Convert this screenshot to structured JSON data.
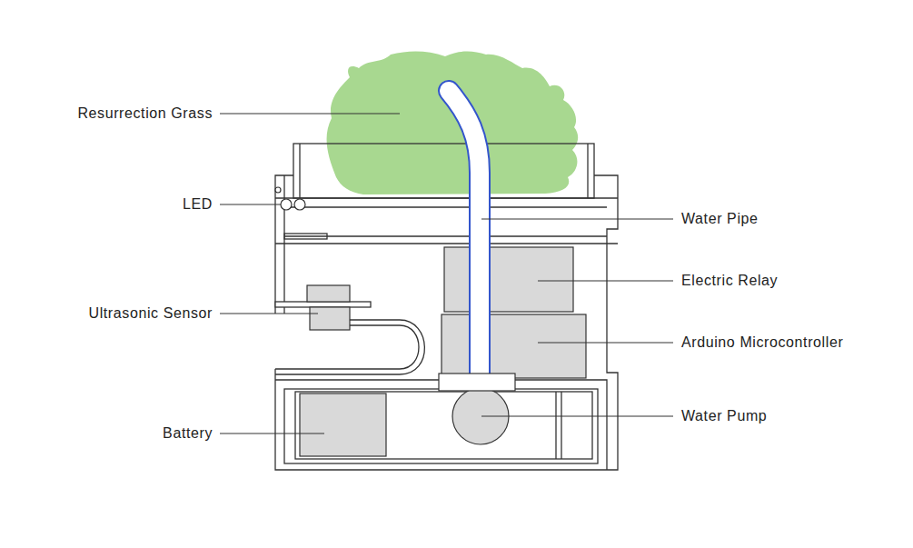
{
  "diagram": {
    "labels": [
      "Resurrection Grass",
      "LED",
      "Ultrasonic Sensor",
      "Battery",
      "Water Pipe",
      "Electric Relay",
      "Arduino Microcontroller",
      "Water Pump"
    ]
  }
}
